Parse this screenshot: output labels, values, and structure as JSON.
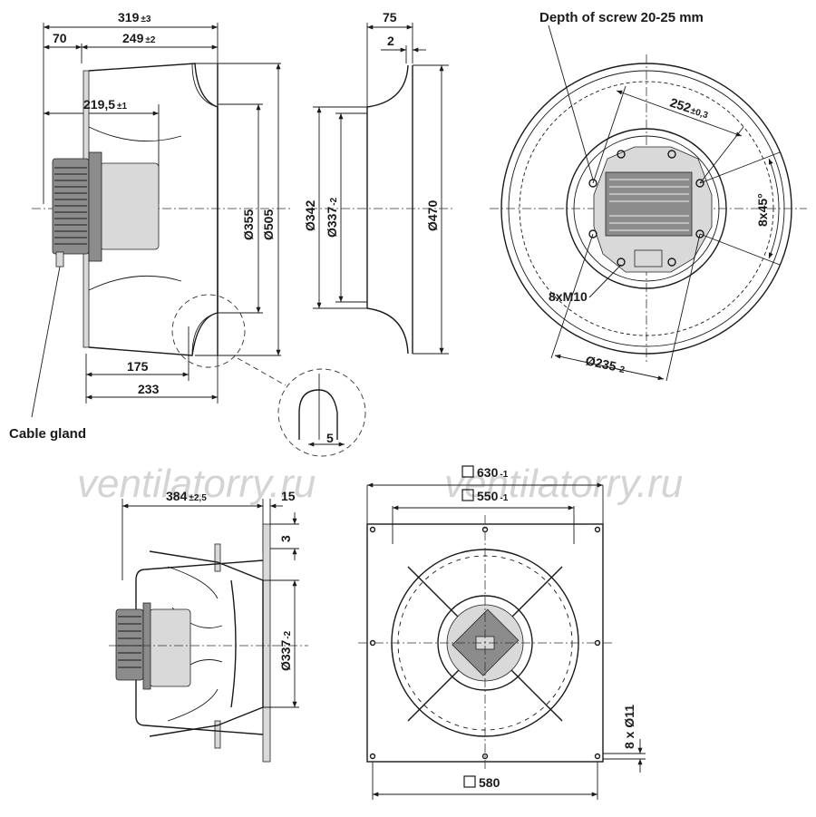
{
  "watermark": "ventilatorry.ru",
  "side_view": {
    "dim_overall": "319",
    "dim_overall_tol": "±3",
    "dim_70": "70",
    "dim_249": "249",
    "dim_249_tol": "±2",
    "dim_219": "219,5",
    "dim_219_tol": "±1",
    "dim_175": "175",
    "dim_233": "233",
    "dia_355": "Ø355",
    "dia_505": "Ø505",
    "cable_gland": "Cable gland"
  },
  "inlet_ring": {
    "dim_75": "75",
    "dim_2": "2",
    "dia_342": "Ø342",
    "dia_337": "Ø337",
    "dia_337_tol": "-2",
    "dia_470": "Ø470",
    "detail_5": "5"
  },
  "front_view": {
    "screw_note": "Depth of screw 20-25 mm",
    "dim_252": "252",
    "dim_252_tol": "±0,3",
    "angle_8x45": "8x45°",
    "thread": "8xM10",
    "dia_235": "Ø235",
    "dia_235_tol": "-2"
  },
  "mounted_side": {
    "dim_384": "384",
    "dim_384_tol": "±2,5",
    "dim_15": "15",
    "dim_3": "3",
    "dia_337": "Ø337",
    "dia_337_tol": "-2"
  },
  "mounted_front": {
    "sq_630": "630",
    "sq_630_tol": "-1",
    "sq_550": "550",
    "sq_550_tol": "-1",
    "sq_580": "580",
    "holes": "8 x Ø11"
  }
}
